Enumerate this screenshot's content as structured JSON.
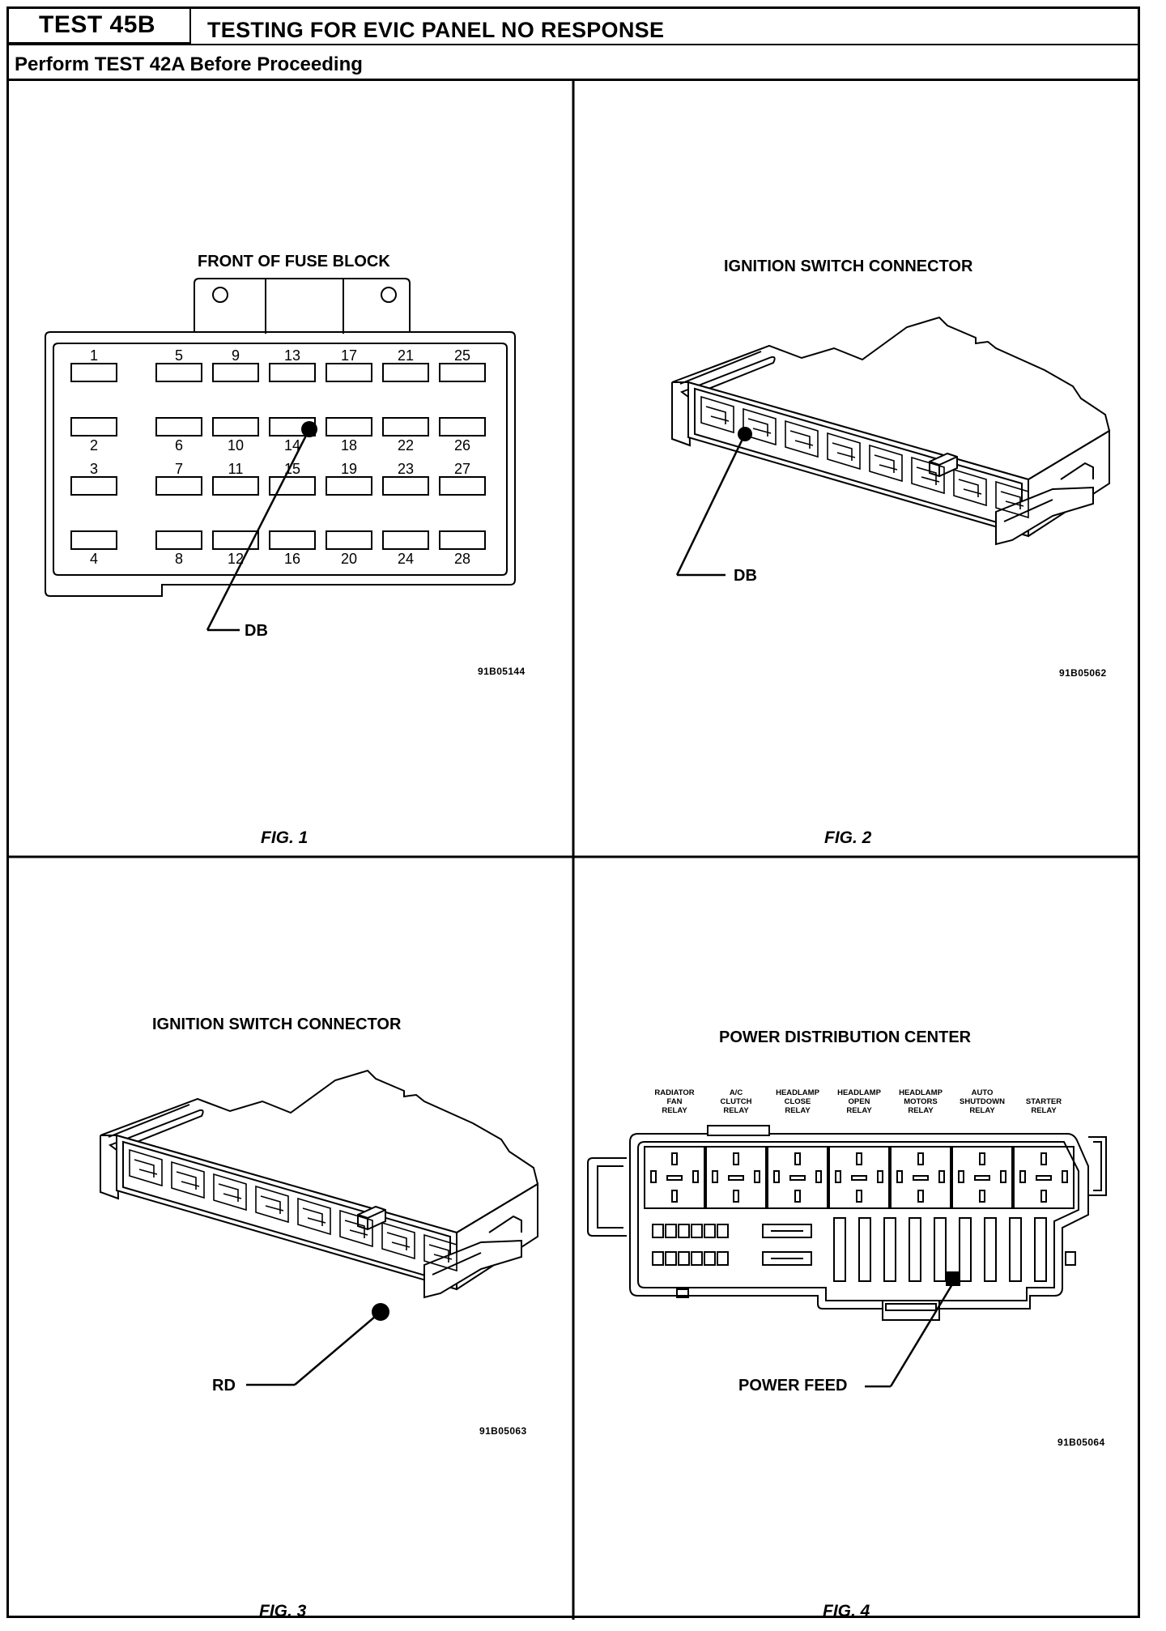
{
  "header": {
    "test_id": "TEST 45B",
    "title": "TESTING FOR EVIC PANEL NO RESPONSE",
    "instruction": "Perform TEST 42A Before Proceeding"
  },
  "figures": [
    {
      "caption": "FIG. 1",
      "title": "FRONT OF FUSE BLOCK",
      "code": "91B05144",
      "callout": "DB",
      "fuse_numbers": [
        "1",
        "2",
        "3",
        "4",
        "5",
        "6",
        "7",
        "8",
        "9",
        "10",
        "11",
        "12",
        "13",
        "14",
        "15",
        "16",
        "17",
        "18",
        "19",
        "20",
        "21",
        "22",
        "23",
        "24",
        "25",
        "26",
        "27",
        "28"
      ]
    },
    {
      "caption": "FIG. 2",
      "title": "IGNITION SWITCH CONNECTOR",
      "code": "91B05062",
      "callout": "DB"
    },
    {
      "caption": "FIG. 3",
      "title": "IGNITION SWITCH CONNECTOR",
      "code": "91B05063",
      "callout": "RD"
    },
    {
      "caption": "FIG. 4",
      "title": "POWER DISTRIBUTION CENTER",
      "code": "91B05064",
      "callout": "POWER FEED",
      "relays": [
        [
          "RADIATOR",
          "FAN",
          "RELAY"
        ],
        [
          "A/C",
          "CLUTCH",
          "RELAY"
        ],
        [
          "HEADLAMP",
          "CLOSE",
          "RELAY"
        ],
        [
          "HEADLAMP",
          "OPEN",
          "RELAY"
        ],
        [
          "HEADLAMP",
          "MOTORS",
          "RELAY"
        ],
        [
          "AUTO",
          "SHUTDOWN",
          "RELAY"
        ],
        [
          "STARTER",
          "RELAY"
        ]
      ]
    }
  ]
}
